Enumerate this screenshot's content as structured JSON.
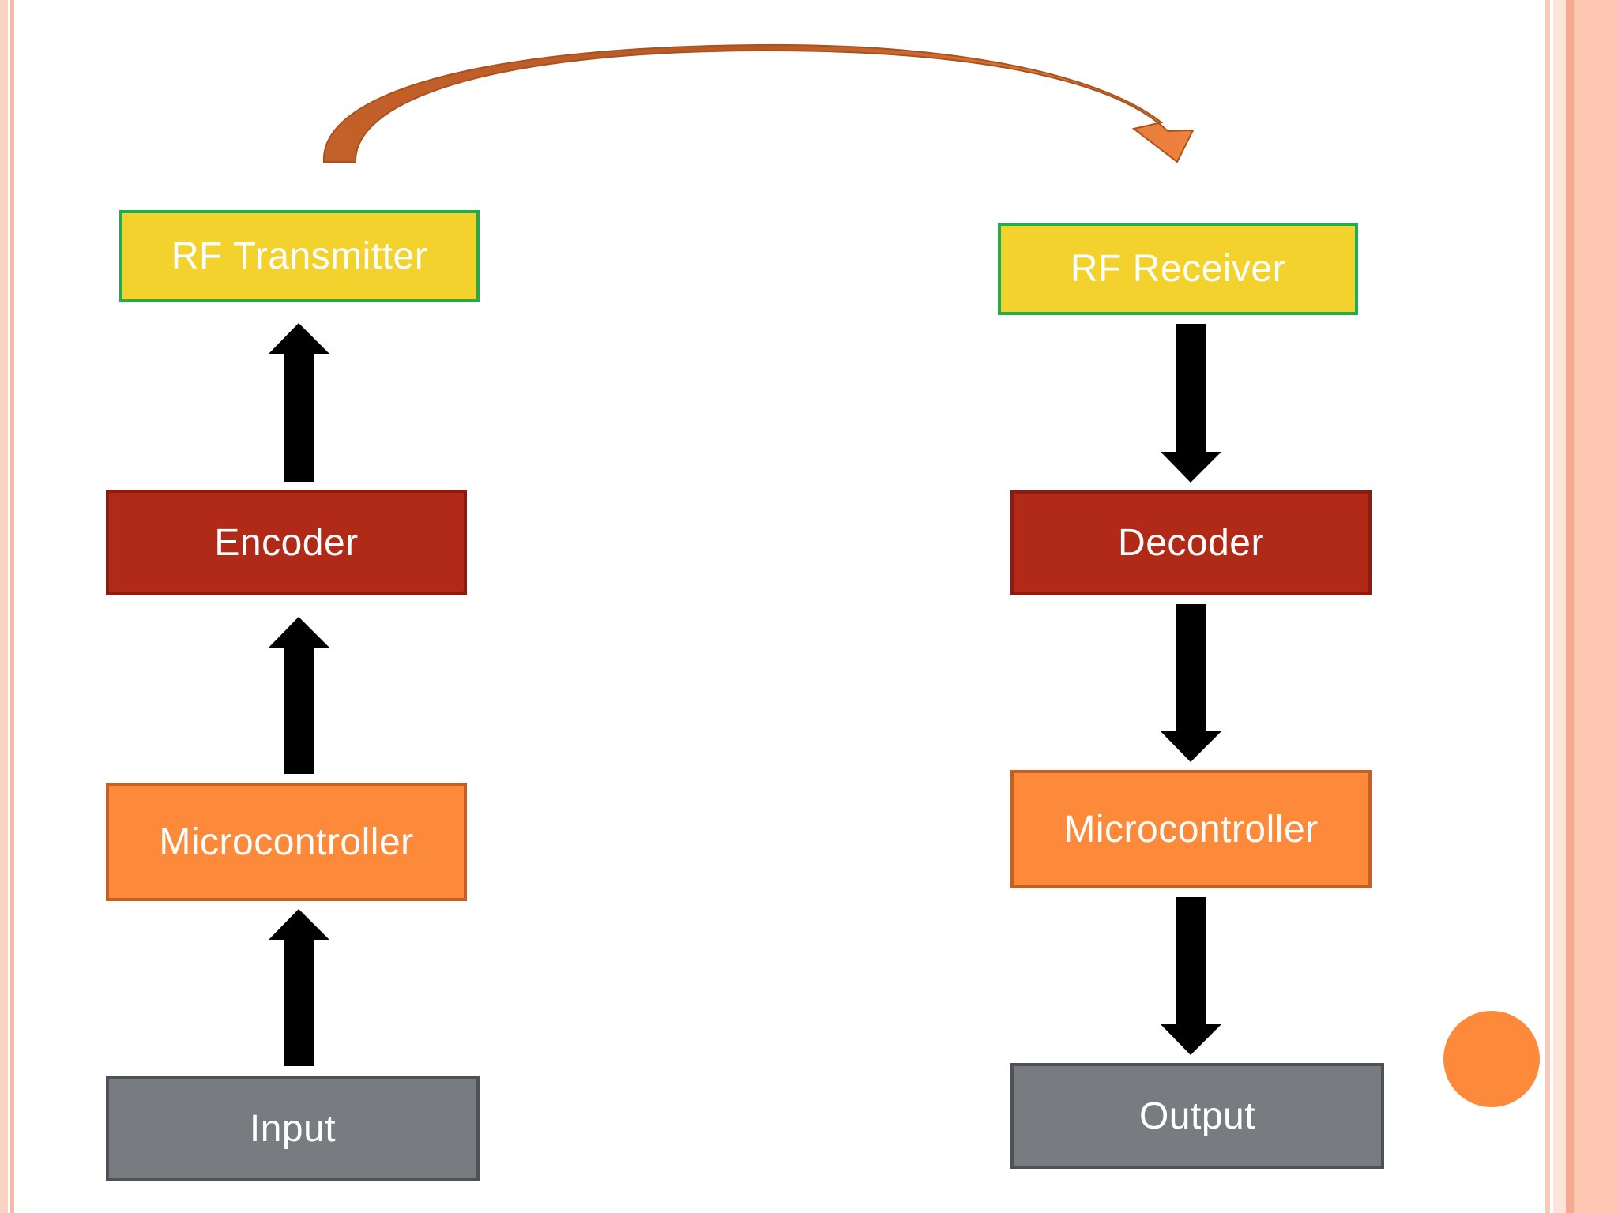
{
  "diagram": {
    "transmitter_side": {
      "rf": "RF Transmitter",
      "encoder": "Encoder",
      "microcontroller": "Microcontroller",
      "input": "Input"
    },
    "receiver_side": {
      "rf": "RF Receiver",
      "decoder": "Decoder",
      "microcontroller": "Microcontroller",
      "output": "Output"
    }
  },
  "colors": {
    "yellow_block": "#f3d22e",
    "yellow_border": "#1fae4c",
    "red_block": "#b02a17",
    "orange_block": "#fd8a3a",
    "gray_block": "#787b80",
    "arc_arrow": "#cd6a2e"
  }
}
